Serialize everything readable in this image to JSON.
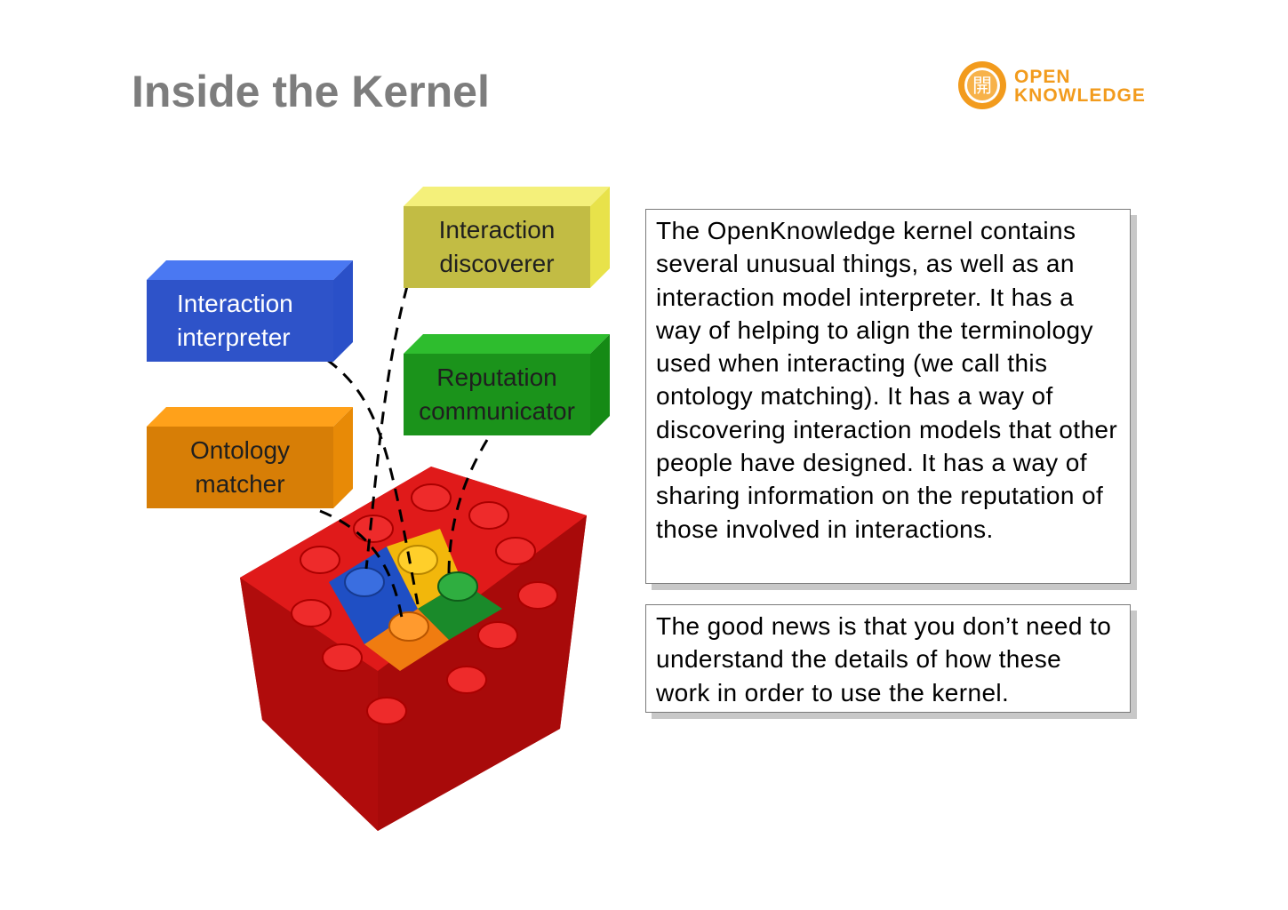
{
  "slide": {
    "title": "Inside the Kernel"
  },
  "logo": {
    "line1": "OPEN",
    "line2": "KNOWLEDGE",
    "glyph": "開",
    "accent": "#f29b1d"
  },
  "blocks": {
    "interaction_discoverer": {
      "label": "Interaction\ndiscoverer",
      "color": "#c2bc44"
    },
    "interaction_interpreter": {
      "label": "Interaction\ninterpreter",
      "color": "#2e53c9"
    },
    "reputation_communicator": {
      "label": "Reputation\ncommunicator",
      "color": "#1b931b"
    },
    "ontology_matcher": {
      "label": "Ontology\nmatcher",
      "color": "#d77e06"
    }
  },
  "textboxes": {
    "description": "The OpenKnowledge kernel contains several unusual things, as well as an interaction model interpreter.  It has a way of helping to align the terminology used when interacting (we call this ontology matching).  It has a way of discovering interaction models that other people have designed.  It has a way of sharing information on the reputation of those involved in interactions.",
    "good_news": "The good news is that you don’t need to understand the details of how these work in order to use the kernel."
  },
  "colors": {
    "title": "#7d7d7d",
    "lego_red": "#d91515",
    "lego_blue": "#1f4fc4",
    "lego_yellow": "#f2b70b",
    "lego_green": "#1a8a2a",
    "lego_orange": "#f07c10"
  }
}
